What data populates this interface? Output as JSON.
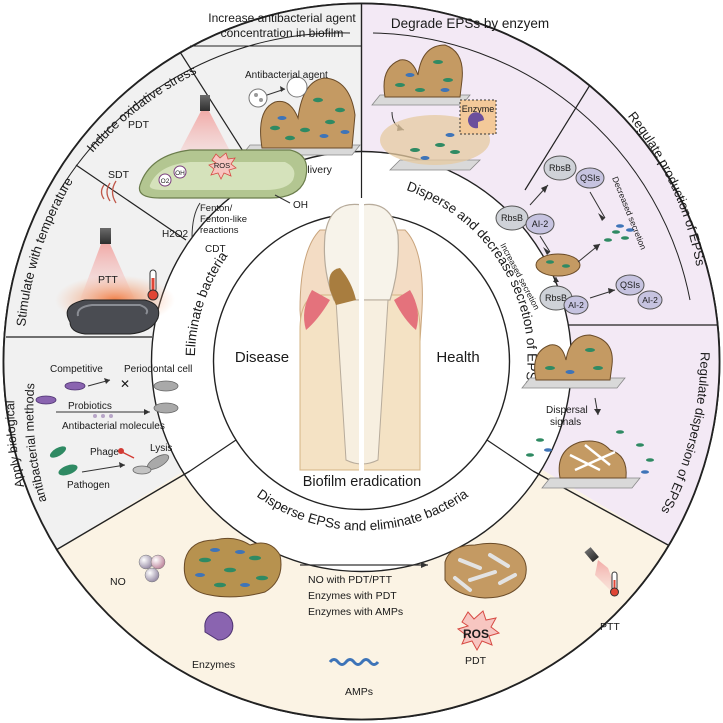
{
  "center": {
    "left_label": "Disease",
    "right_label": "Health",
    "bottom_label": "Biofilm eradication"
  },
  "ring_labels": {
    "eliminate_bacteria": "Eliminate bacteria",
    "disperse_decrease": "Disperse and decrease secretion of EPSs",
    "disperse_eliminate": "Disperse EPSs and eliminate bacteria"
  },
  "segments": {
    "increase_concentration": {
      "title_line1": "Increase antibacterial agent",
      "title_line2": "concentration in biofilm",
      "agent_label": "Antibacterial agent",
      "delivery_label": "Drug delivery"
    },
    "oxidative_stress": {
      "title": "Induce oxidative stress",
      "pdt": "PDT",
      "sdt": "SDT",
      "ros": "ROS",
      "o2": "O2",
      "oh": "OH",
      "oh_minus": "OH",
      "fenton_line1": "Fenton/",
      "fenton_line2": "Fenton-like",
      "fenton_line3": "reactions",
      "h2o2": "H2O2",
      "cdt": "CDT"
    },
    "temperature": {
      "title": "Stimulate with temperature",
      "ptt": "PTT"
    },
    "biological": {
      "title_line1": "Apply biological",
      "title_line2": "antibacterial methods",
      "competitive": "Competitive",
      "periodontal_cell": "Periodontal cell",
      "probiotics": "Probiotics",
      "antibacterial_molecules": "Antibacterial molecules",
      "phage": "Phage",
      "lysis": "Lysis",
      "pathogen": "Pathogen"
    },
    "degrade_enzyme": {
      "title": "Degrade EPSs by enzyem",
      "enzyme": "Enzyme"
    },
    "regulate_production": {
      "title": "Regulate production of EPSs",
      "rbsb": "RbsB",
      "qsis": "QSIs",
      "ai2": "AI-2",
      "increased": "Increased secretion",
      "decreased": "Decreased secretion"
    },
    "regulate_dispersion": {
      "title": "Regulate dispersion of EPSs",
      "dispersal_line1": "Dispersal",
      "dispersal_line2": "signals"
    },
    "combined": {
      "no": "NO",
      "line1": "NO with PDT/PTT",
      "line2": "Enzymes with PDT",
      "line3": "Enzymes with AMPs",
      "enzymes": "Enzymes",
      "amps": "AMPs",
      "ros": "ROS",
      "pdt": "PDT",
      "ptt": "PTT"
    }
  },
  "colors": {
    "left_bg": "#f1f1f1",
    "right_bg": "#f3e9f5",
    "bottom_bg": "#fbf3e4",
    "biofilm": "#c49a63",
    "bacteria_green": "#2f8a63",
    "bacteria_blue": "#3e74b8",
    "heat": "#e0603a",
    "gum": "#e4727c"
  }
}
